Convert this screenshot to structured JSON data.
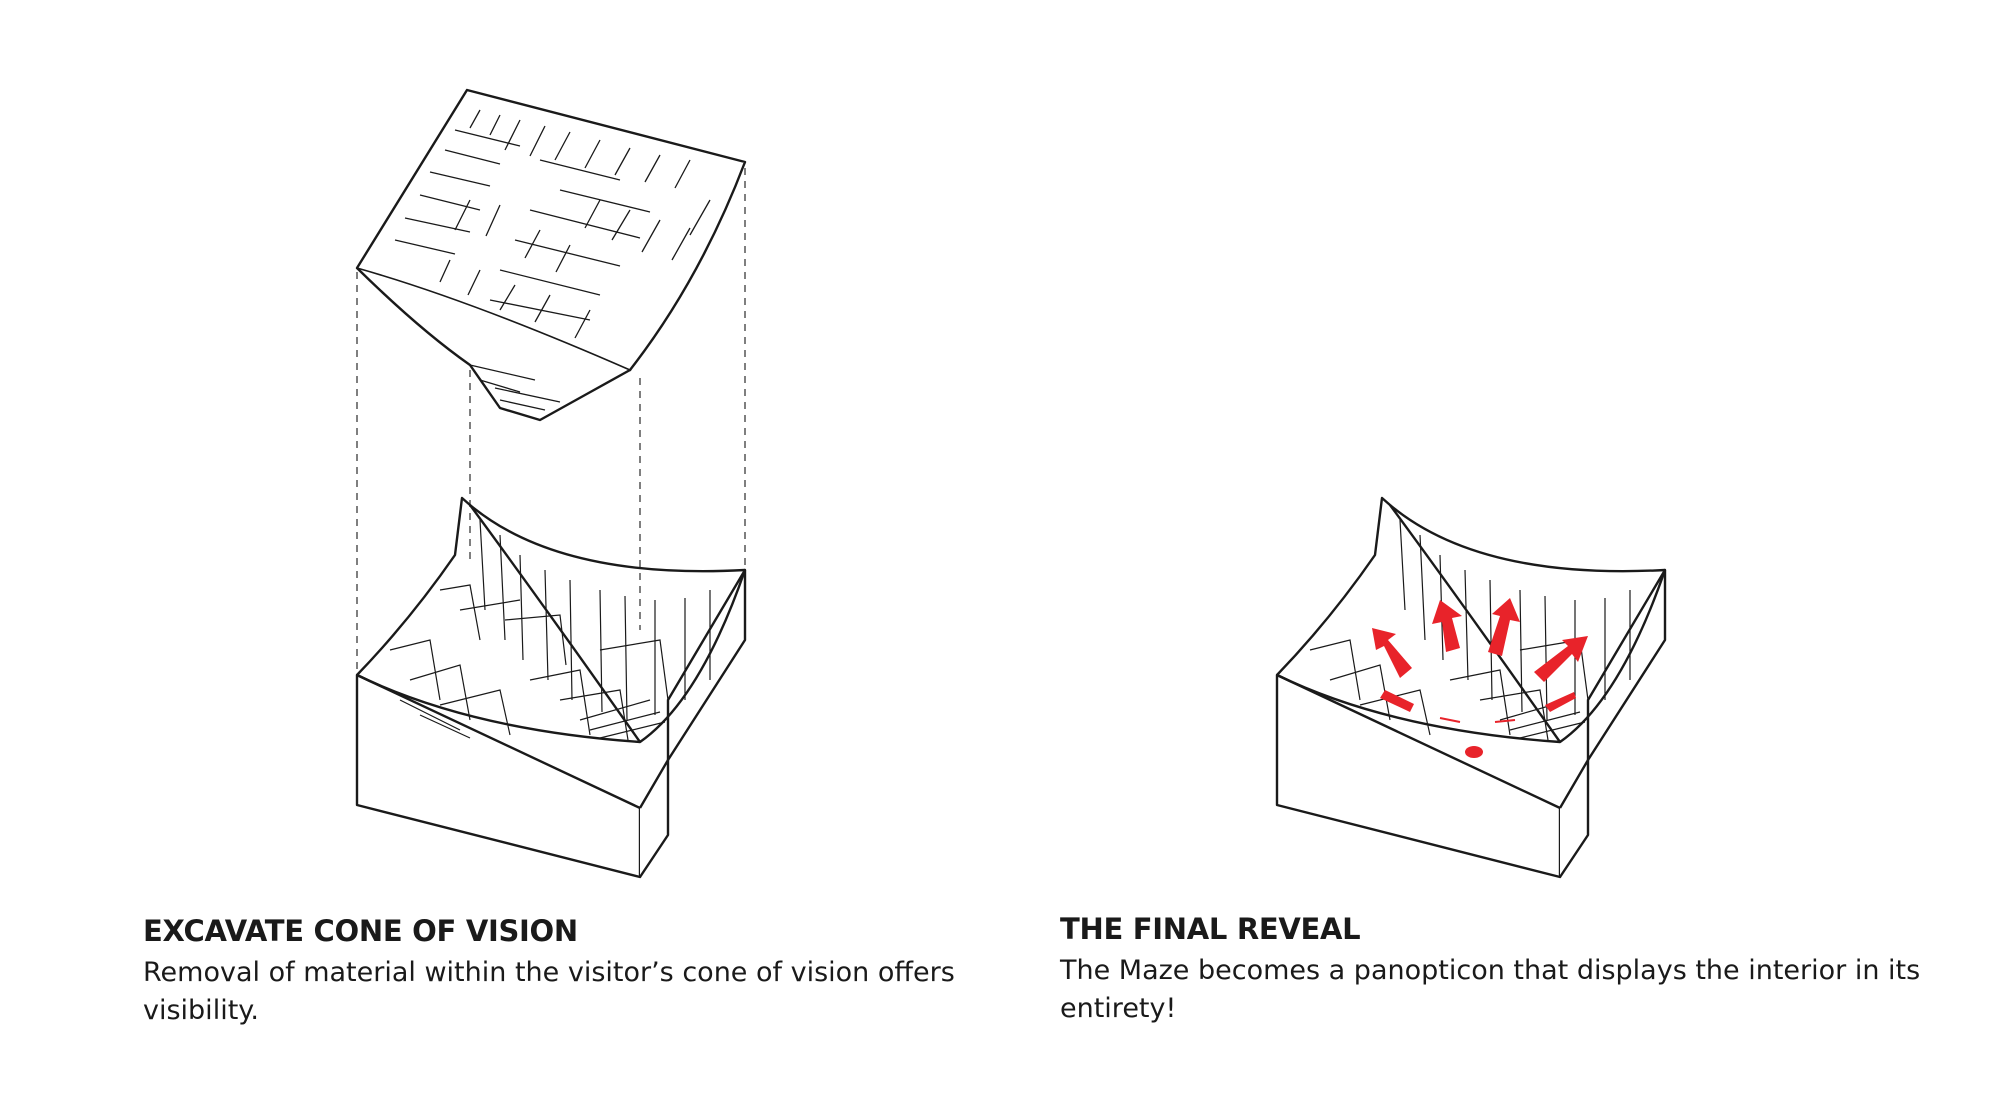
{
  "captions": {
    "left": {
      "title": "EXCAVATE CONE OF VISION",
      "body": "Removal of material within the visitor’s cone of vision offers visibility."
    },
    "right": {
      "title": "THE FINAL REVEAL",
      "body": "The Maze becomes a panopticon that displays the interior in its entirety!"
    }
  },
  "colors": {
    "line": "#1a1a1a",
    "arrow": "#e8232a",
    "background": "#ffffff"
  }
}
